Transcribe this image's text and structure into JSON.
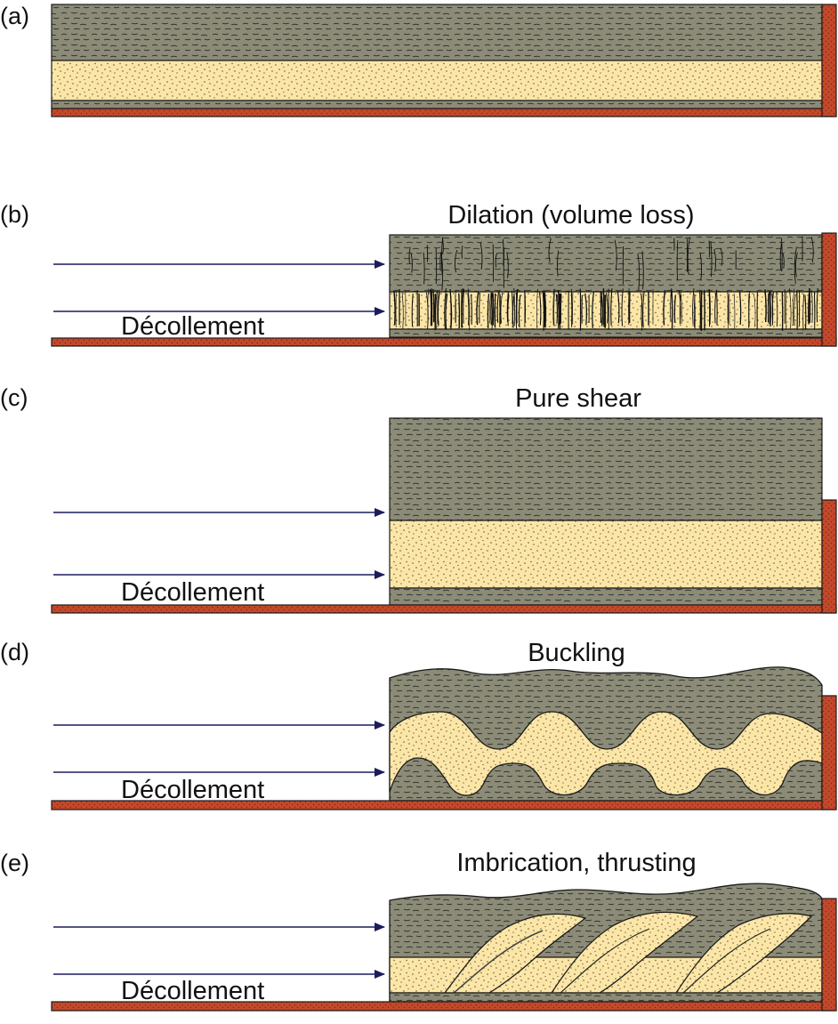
{
  "panels": [
    {
      "id": "a",
      "label": "(a)",
      "title": ""
    },
    {
      "id": "b",
      "label": "(b)",
      "title": "Dilation (volume loss)",
      "decollement": "Décollement"
    },
    {
      "id": "c",
      "label": "(c)",
      "title": "Pure shear",
      "decollement": "Décollement"
    },
    {
      "id": "d",
      "label": "(d)",
      "title": "Buckling",
      "decollement": "Décollement"
    },
    {
      "id": "e",
      "label": "(e)",
      "title": "Imbrication, thrusting",
      "decollement": "Décollement"
    }
  ],
  "colors": {
    "shale": "#8b8b78",
    "shale_texture": "#2e2e26",
    "sand": "#fbe6a8",
    "sand_dots": "#5a4a2a",
    "basement": "#c4482a",
    "outline": "#1a1a1a",
    "arrow": "#1c1c5e",
    "fracture": "#111111"
  }
}
